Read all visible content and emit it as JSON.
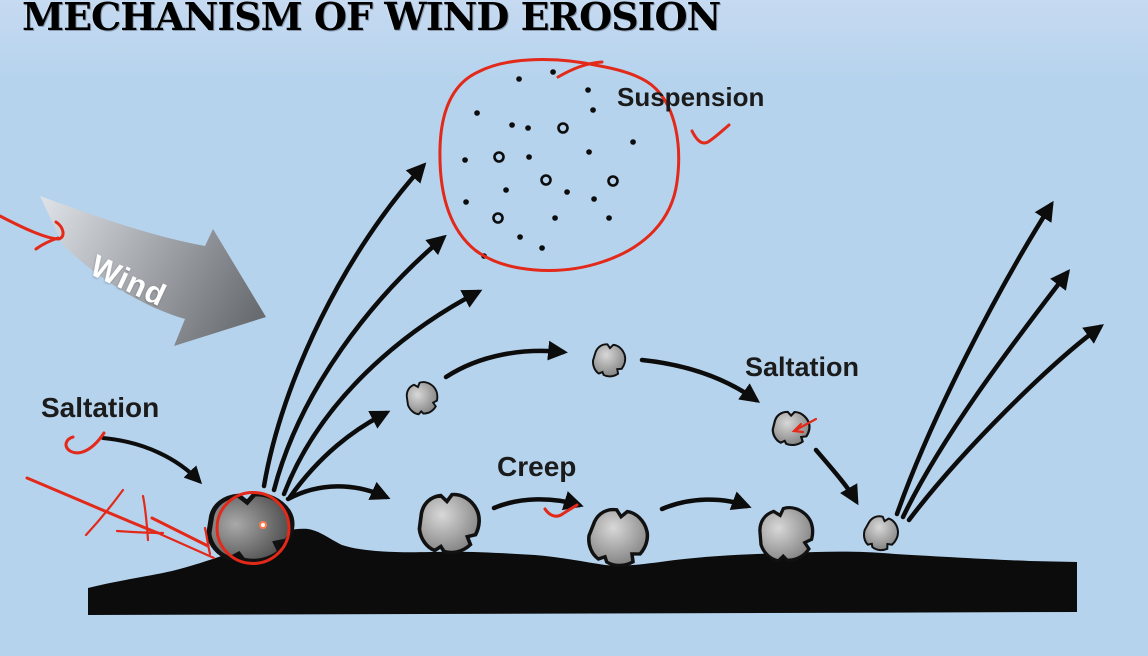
{
  "title": "MECHANISM OF WIND EROSION",
  "labels": {
    "wind": "Wind",
    "suspension": "Suspension",
    "saltation_left": "Saltation",
    "saltation_right": "Saltation",
    "creep": "Creep"
  },
  "colors": {
    "background": "#b6d3ed",
    "ink": "#0c0c0c",
    "annotation_red": "#e2291a",
    "wind_gradient_start": "#dde1e6",
    "wind_gradient_end": "#686c71",
    "wind_text": "#ffffff",
    "rock_highlight": "#d8d8d8",
    "rock_base": "#6f6f6f",
    "rock_dark_highlight": "#a9a9a9",
    "rock_dark_base": "#2f2f2f",
    "rock_outline": "#111111",
    "label_color": "#1b1b1b",
    "title_color": "#000000",
    "pointer_dot": "#ffffff",
    "pointer_ring": "#ff7a4d"
  }
}
